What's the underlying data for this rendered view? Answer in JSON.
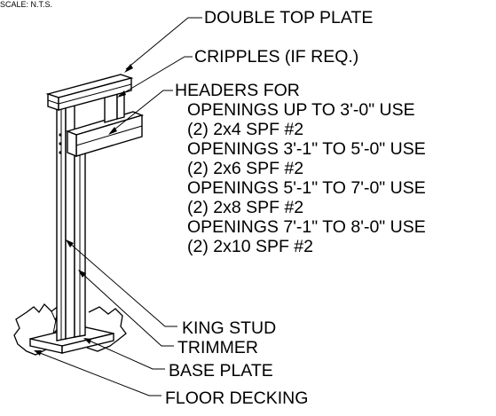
{
  "scale_note": "SCALE: N.T.S.",
  "labels": {
    "double_top_plate": "DOUBLE TOP PLATE",
    "cripples": "CRIPPLES (IF REQ.)",
    "headers_title": "HEADERS FOR",
    "header_rules": [
      "OPENINGS UP TO 3'-0\" USE",
      "(2) 2x4 SPF #2",
      "OPENINGS 3'-1\" TO 5'-0\" USE",
      "(2) 2x6 SPF #2",
      "OPENINGS 5'-1\" TO 7'-0\" USE",
      "(2) 2x8 SPF #2",
      "OPENINGS 7'-1\" TO 8'-0\" USE",
      "(2) 2x10 SPF #2"
    ],
    "king_stud": "KING STUD",
    "trimmer": "TRIMMER",
    "base_plate": "BASE PLATE",
    "floor_decking": "FLOOR DECKING"
  },
  "icons": [
    "framing-drawing"
  ]
}
